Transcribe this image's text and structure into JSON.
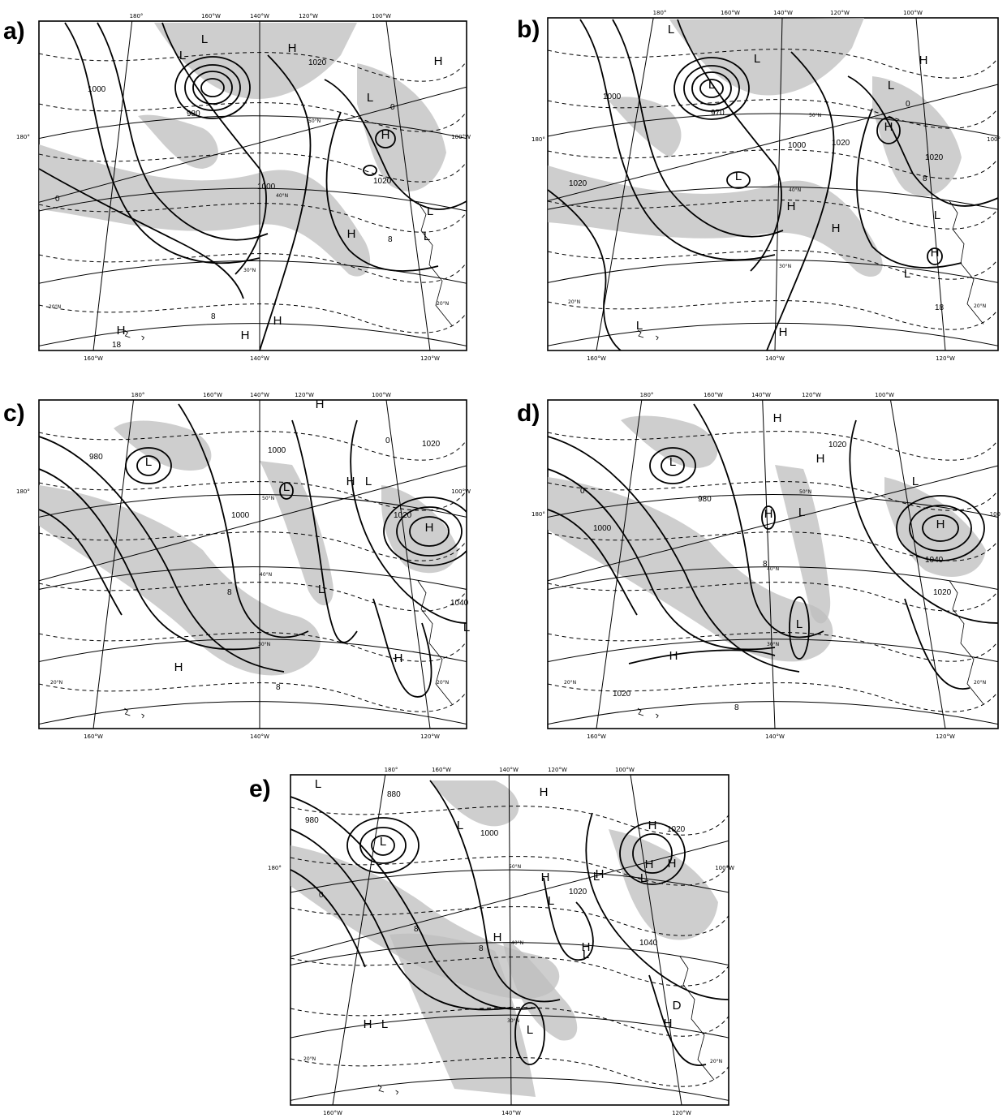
{
  "panels": [
    {
      "label": "a)",
      "top_ticks": [
        "180°",
        "160°W",
        "140°W",
        "120°W",
        "100°W"
      ],
      "bottom_ticks": [
        "160°W",
        "140°W",
        "120°W"
      ],
      "side_ticks": [
        "180°",
        "100°W"
      ],
      "lat_labels": [
        "50°N",
        "40°N",
        "30°N",
        "20°N",
        "20°N"
      ],
      "systems": [
        "L",
        "L",
        "H",
        "H",
        "L",
        "H",
        "H",
        "L",
        "H",
        "H",
        "H",
        "L"
      ],
      "values": [
        "1000",
        "980",
        "1020",
        "1020",
        "1000",
        "0",
        "0",
        "8",
        "8",
        "18"
      ]
    },
    {
      "label": "b)",
      "top_ticks": [
        "180°",
        "160°W",
        "140°W",
        "120°W",
        "100°W"
      ],
      "bottom_ticks": [
        "160°W",
        "140°W",
        "120°W"
      ],
      "side_ticks": [
        "180°",
        "100°"
      ],
      "lat_labels": [
        "50°N",
        "40°N",
        "30°N",
        "20°N",
        "20°N"
      ],
      "systems": [
        "L",
        "L",
        "H",
        "L",
        "H",
        "H",
        "L",
        "H",
        "L",
        "H",
        "L",
        "H",
        "L",
        "L"
      ],
      "values": [
        "1000",
        "970",
        "1000",
        "1020",
        "1020",
        "1020",
        "0",
        "8",
        "18"
      ]
    },
    {
      "label": "c)",
      "top_ticks": [
        "180°",
        "160°W",
        "140°W",
        "120°W",
        "100°W"
      ],
      "bottom_ticks": [
        "160°W",
        "140°W",
        "120°W"
      ],
      "side_ticks": [
        "180°",
        "100°W"
      ],
      "lat_labels": [
        "50°N",
        "40°N",
        "30°N",
        "20°N",
        "20°N"
      ],
      "systems": [
        "L",
        "H",
        "L",
        "L",
        "L",
        "H",
        "H",
        "H",
        "H",
        "L"
      ],
      "values": [
        "980",
        "1000",
        "1000",
        "1020",
        "1040",
        "1020",
        "0",
        "8",
        "8"
      ]
    },
    {
      "label": "d)",
      "top_ticks": [
        "180°",
        "160°W",
        "140°W",
        "120°W",
        "100°W"
      ],
      "bottom_ticks": [
        "160°W",
        "140°W",
        "120°W"
      ],
      "side_ticks": [
        "180°",
        "100"
      ],
      "lat_labels": [
        "50°N",
        "40°N",
        "30°N",
        "20°N",
        "20°N"
      ],
      "systems": [
        "L",
        "H",
        "H",
        "L",
        "H",
        "L",
        "H",
        "H",
        "L"
      ],
      "values": [
        "980",
        "1000",
        "1020",
        "1040",
        "1020",
        "1020",
        "0",
        "8",
        "8"
      ]
    },
    {
      "label": "e)",
      "top_ticks": [
        "180°",
        "160°W",
        "140°W",
        "120°W",
        "100°W"
      ],
      "bottom_ticks": [
        "160°W",
        "140°W",
        "120°W"
      ],
      "side_ticks": [
        "180°",
        "100°W"
      ],
      "lat_labels": [
        "50°N",
        "40°N",
        "30°N",
        "20°N",
        "20°N"
      ],
      "systems": [
        "L",
        "L",
        "L",
        "H",
        "H",
        "H",
        "L",
        "H",
        "L",
        "H",
        "L",
        "H",
        "H",
        "L",
        "H",
        "L",
        "H",
        "H",
        "L",
        "D"
      ],
      "values": [
        "880",
        "980",
        "1000",
        "1020",
        "1020",
        "1040",
        "0",
        "8",
        "8"
      ]
    }
  ],
  "colors": {
    "shading": "#bdbdbd",
    "lines": "#000000",
    "background": "#ffffff"
  }
}
